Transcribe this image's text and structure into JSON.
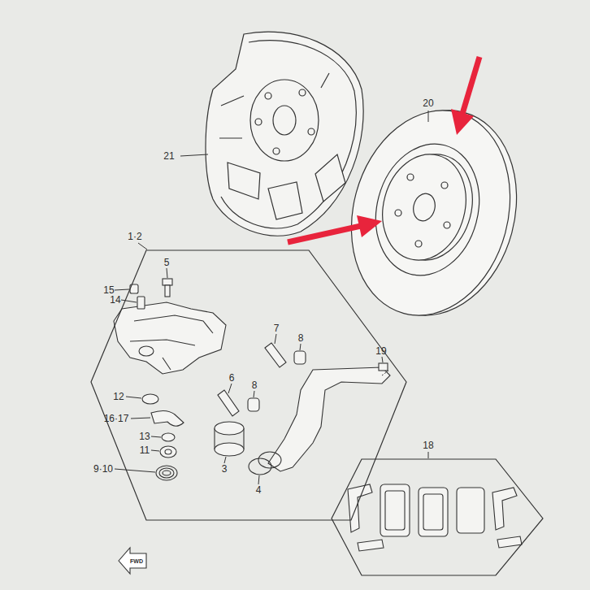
{
  "diagram": {
    "nodes": [
      {
        "text": [
          "1·2"
        ]
      },
      {
        "text": [
          "18"
        ]
      }
    ],
    "labels": [
      "21",
      "20",
      "5",
      "15",
      "14",
      "7",
      "8",
      "6",
      "8",
      "19",
      "12",
      "16·17",
      "13",
      "11",
      "9·10",
      "3",
      "4",
      "FWD"
    ]
  }
}
